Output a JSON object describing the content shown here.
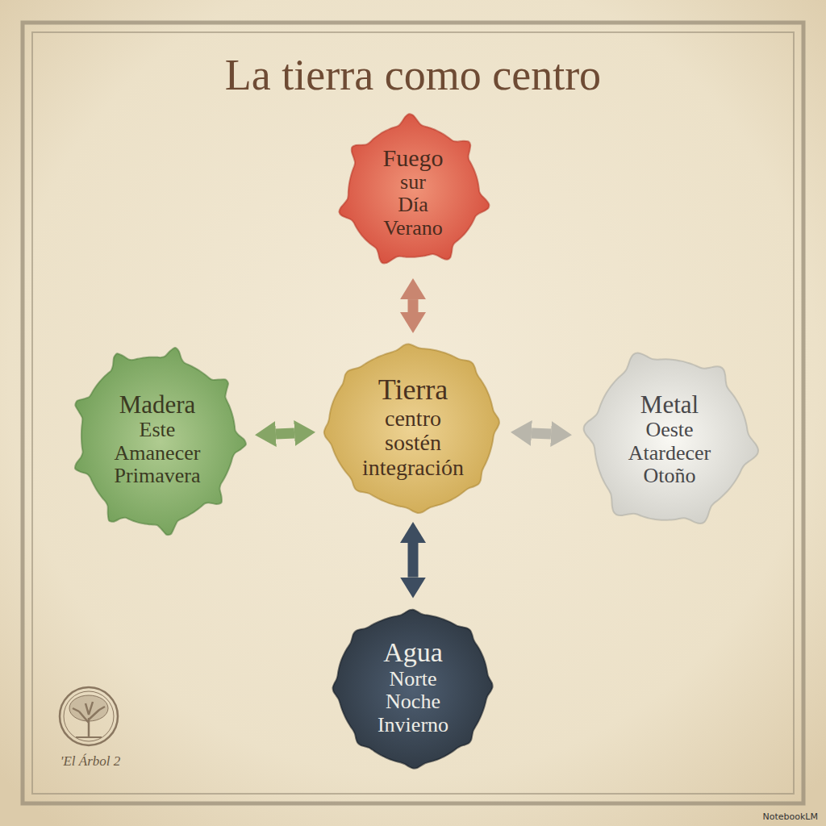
{
  "diagram": {
    "title": "La tierra como centro",
    "nodes": [
      {
        "text": [
          "Fuego",
          "sur",
          "Día",
          "Verano"
        ]
      },
      {
        "text": [
          "Madera",
          "Este",
          "Amanecer",
          "Primavera"
        ]
      },
      {
        "text": [
          "Tierra",
          "centro",
          "sostén",
          "integración"
        ]
      },
      {
        "text": [
          "Metal",
          "Oeste",
          "Atardecer",
          "Otoño"
        ]
      },
      {
        "text": [
          "Agua",
          "Norte",
          "Noche",
          "Invierno"
        ]
      }
    ],
    "edges": [
      {
        "from": 0,
        "to": 2,
        "arrow": "both"
      },
      {
        "from": 1,
        "to": 2,
        "arrow": "both"
      },
      {
        "from": 2,
        "to": 3,
        "arrow": "both"
      },
      {
        "from": 2,
        "to": 4,
        "arrow": "both"
      }
    ],
    "labels": [
      "'El Árbol 2",
      "NotebookLM"
    ]
  }
}
